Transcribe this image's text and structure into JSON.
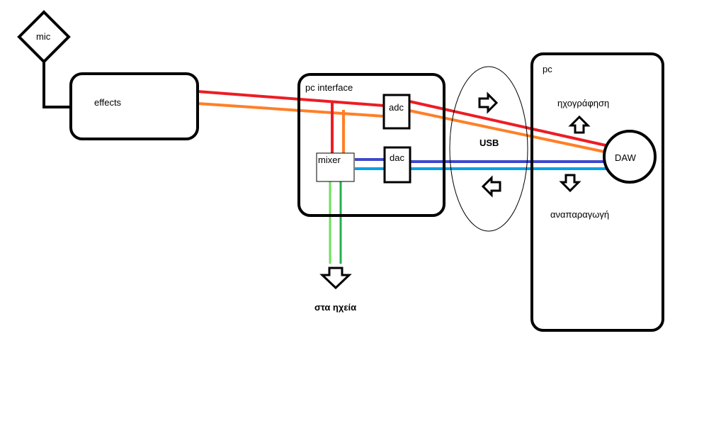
{
  "labels": {
    "mic": "mic",
    "effects": "effects",
    "pc_interface": "pc interface",
    "adc": "adc",
    "dac": "dac",
    "mixer": "mixer",
    "usb": "USB",
    "pc": "pc",
    "daw": "DAW",
    "recording": "ηχογράφηση",
    "playback": "αναπαραγωγή",
    "to_speakers": "στα ηχεία"
  },
  "colors": {
    "outline": "#000000",
    "record_red": "#ed1c24",
    "record_orange": "#ff7f27",
    "play_blue_dark": "#3f48cc",
    "play_blue_light": "#00a2e8",
    "speaker_green_light": "#6ee05a",
    "speaker_green_dark": "#22b14c"
  },
  "icons": [
    "arrow-right-icon",
    "arrow-left-icon",
    "arrow-up-icon",
    "arrow-down-icon"
  ]
}
